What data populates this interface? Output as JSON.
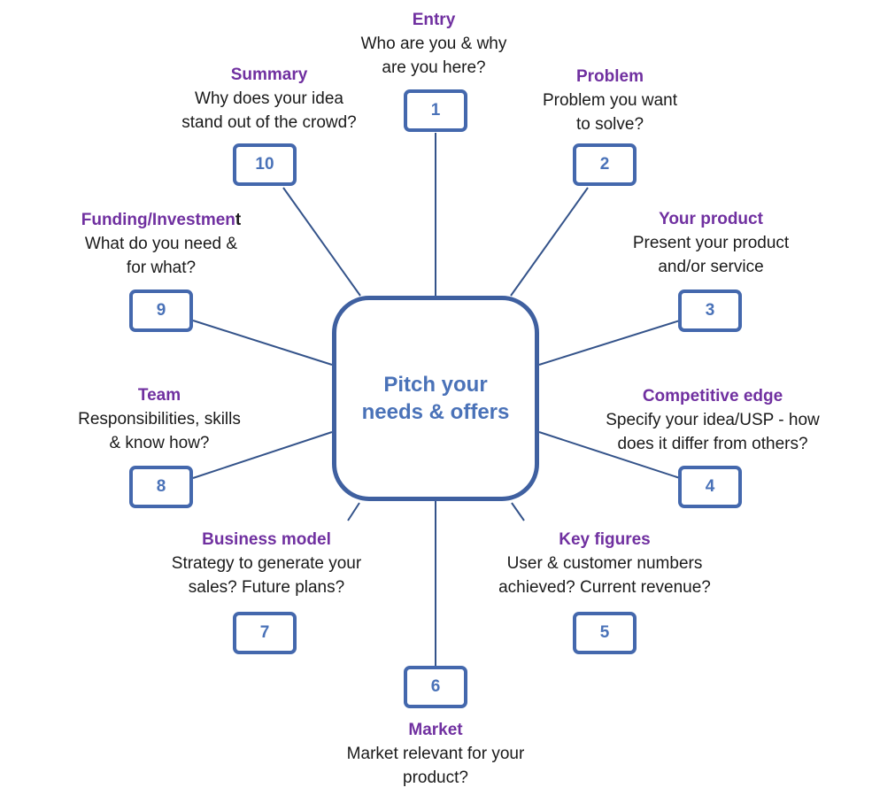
{
  "center": {
    "line1": "Pitch your",
    "line2": "needs & offers"
  },
  "items": [
    {
      "number": "1",
      "title": "Entry",
      "desc1": "Who are you & why",
      "desc2": "are you here?"
    },
    {
      "number": "2",
      "title": "Problem",
      "desc1": "Problem you want",
      "desc2": "to solve?"
    },
    {
      "number": "3",
      "title": "Your product",
      "desc1": "Present your product",
      "desc2": "and/or service"
    },
    {
      "number": "4",
      "title": "Competitive edge",
      "desc1": "Specify your idea/USP - how",
      "desc2": "does it differ from others?"
    },
    {
      "number": "5",
      "title": "Key figures",
      "desc1": "User & customer numbers",
      "desc2": "achieved? Current revenue?"
    },
    {
      "number": "6",
      "title": "Market",
      "desc1": "Market relevant for your",
      "desc2": "product?"
    },
    {
      "number": "7",
      "title": "Business model",
      "desc1": "Strategy to generate your",
      "desc2": "sales? Future plans?"
    },
    {
      "number": "8",
      "title": "Team",
      "desc1": "Responsibilities, skills",
      "desc2": "& know how?"
    },
    {
      "number": "9",
      "title": "Funding/Investmen",
      "title_tail": "t",
      "desc1": "What do you need &",
      "desc2": "for what?"
    },
    {
      "number": "10",
      "title": "Summary",
      "desc1": "Why does your idea",
      "desc2": "stand out of the crowd?"
    }
  ],
  "colors": {
    "title": "#7030a0",
    "accent": "#4a72b8",
    "border": "#4468ad",
    "line": "#34538a"
  }
}
